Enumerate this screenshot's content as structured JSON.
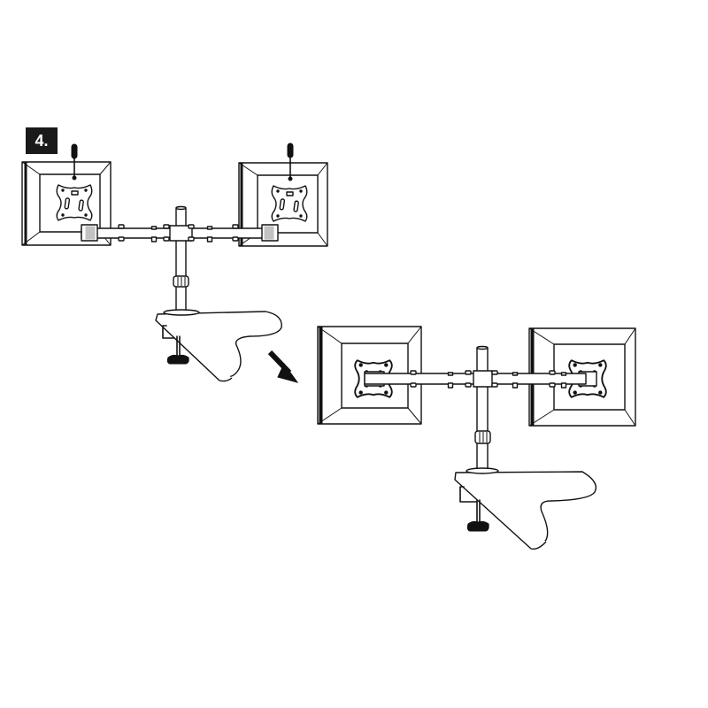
{
  "diagram": {
    "step_number": "4.",
    "type": "assembly-instruction",
    "panels": [
      {
        "id": "before",
        "description": "Two monitors attached to VESA plates, screws inserted from top with screwdriver; dual-arm desk mount with C-clamp on desk",
        "elements": [
          "left-monitor",
          "right-monitor",
          "left-screwdriver",
          "right-screwdriver",
          "crossbar-arm",
          "pole",
          "pole-collar",
          "desk",
          "c-clamp",
          "clamp-knob"
        ]
      },
      {
        "id": "after",
        "description": "Monitors fully mounted on dual arm, shown from rear with VESA plates attached",
        "elements": [
          "left-monitor",
          "right-monitor",
          "crossbar-arm",
          "pole",
          "pole-collar",
          "desk",
          "c-clamp",
          "clamp-knob"
        ]
      }
    ],
    "transition_arrow": "diagonal-down-right-arrow",
    "colors": {
      "line": "#111111",
      "background": "#ffffff",
      "badge": "#1a1a1a",
      "badge_text": "#ffffff"
    }
  }
}
